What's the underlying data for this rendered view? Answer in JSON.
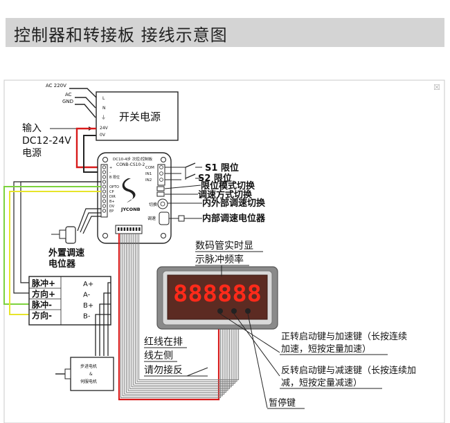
{
  "title": "控制器和转接板  接线示意图",
  "close_glyph": "☒",
  "power": {
    "ac_label": "AC 220V",
    "ac_short": "AC",
    "gnd": "GND",
    "term_l": "L",
    "term_n": "N",
    "term_g": "⏚",
    "term_24v": "24V",
    "term_0v": "0V",
    "name": "开关电源",
    "input_line1": "输入",
    "input_line2": "DC12-24V",
    "input_line3": "电源"
  },
  "board": {
    "header_line1": "DC10-4步 次控/控制板",
    "header_line2": "CONB-CS10-2",
    "brand": "JYCONB",
    "left_pins": [
      "+",
      "-",
      "B 限位",
      "",
      "OPTO",
      "CP",
      "DIR",
      "B+",
      "DV",
      "EP"
    ],
    "right_pins": [
      "COM",
      "IN1",
      "IN2",
      "",
      "",
      ""
    ],
    "switch_label": "切换",
    "pot_label": "调速"
  },
  "labels": {
    "s1": "S1  限位",
    "s2": "S2  限位",
    "mode1": "限位模式切换",
    "mode2": "调速方式切换",
    "mode3": "内外部调速切换",
    "pot": "内部调速电位器",
    "ext_pot_1": "外置调速",
    "ext_pot_2": "电位器",
    "display_note_1": "数码管实时显",
    "display_note_2": "示脉冲频率",
    "red_note_1": "红线在排",
    "red_note_2": "线左侧",
    "red_note_3": "请勿接反",
    "btn1_1": "正转启动键与加速键（长按连续",
    "btn1_2": "加速，短按定量加速）",
    "btn2_1": "反转启动键与减速键（长按连续加",
    "btn2_2": "减，短按定量减速）",
    "btn3": "暂停键"
  },
  "driver": {
    "inputs": [
      "脉冲+",
      "方向+",
      "脉冲-",
      "方向-"
    ],
    "outputs": [
      "A+",
      "A-",
      "B+",
      "B-"
    ]
  },
  "motor": {
    "line1": "步进电机",
    "line2": "&",
    "line3": "伺服电机"
  },
  "display": {
    "digits": "888888"
  }
}
